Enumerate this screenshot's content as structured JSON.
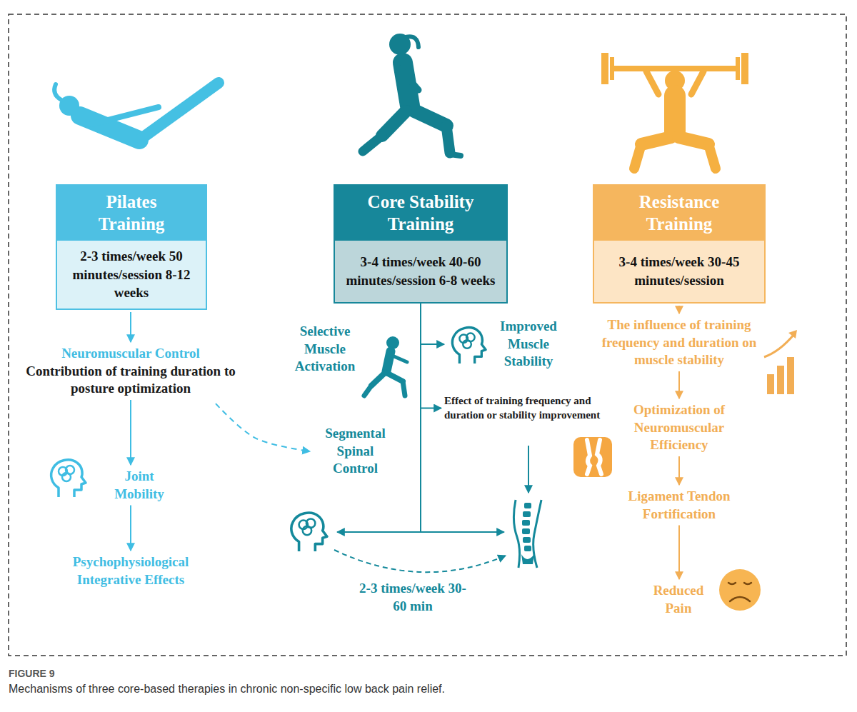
{
  "diagram": {
    "caption": "Mechanisms of three core-based therapies in chronic non-specific low back pain relief.",
    "nodes": [
      {
        "text": [
          "Pilates Training",
          "2-3 times/week 50 minutes/session 8-12 weeks"
        ]
      },
      {
        "text": [
          "Core Stability Training",
          "3-4 times/week 40-60 minutes/session 6-8 weeks"
        ]
      },
      {
        "text": [
          "Resistance Training",
          "3-4 times/week 30-45 minutes/session"
        ]
      },
      {
        "text": [
          "Neuromuscular Control",
          "Contribution of training duration to posture optimization"
        ]
      },
      {
        "text": [
          "Joint Mobility"
        ]
      },
      {
        "text": [
          "Psychophysiological Integrative Effects"
        ]
      },
      {
        "text": [
          "Selective Muscle Activation"
        ]
      },
      {
        "text": [
          "Improved Muscle Stability"
        ]
      },
      {
        "text": [
          "Segmental Spinal Control"
        ]
      },
      {
        "text": [
          "Effect of training frequency and duration or stability improvement"
        ]
      },
      {
        "text": [
          "The influence of training frequency and duration on muscle stability"
        ]
      },
      {
        "text": [
          "Optimization of Neuromuscular Efficiency"
        ]
      },
      {
        "text": [
          "Ligament Tendon Fortification"
        ]
      },
      {
        "text": [
          "Reduced Pain"
        ]
      }
    ],
    "edges": [
      {
        "from": 0,
        "to": 3,
        "arrow": "to"
      },
      {
        "from": 3,
        "to": 4,
        "arrow": "to"
      },
      {
        "from": 4,
        "to": 5,
        "arrow": "to"
      },
      {
        "from": 3,
        "to": 8,
        "arrow": "to"
      },
      {
        "from": 1,
        "to": 7,
        "arrow": "to"
      },
      {
        "from": 1,
        "to": 9,
        "arrow": "to"
      },
      {
        "from": 2,
        "to": 10,
        "arrow": "to"
      },
      {
        "from": 10,
        "to": 11,
        "arrow": "to"
      },
      {
        "from": 11,
        "to": 12,
        "arrow": "to"
      },
      {
        "from": 12,
        "to": 13,
        "arrow": "to"
      }
    ],
    "labels": [
      "2-3 times/week 30-60 min",
      "FIGURE 9"
    ]
  }
}
